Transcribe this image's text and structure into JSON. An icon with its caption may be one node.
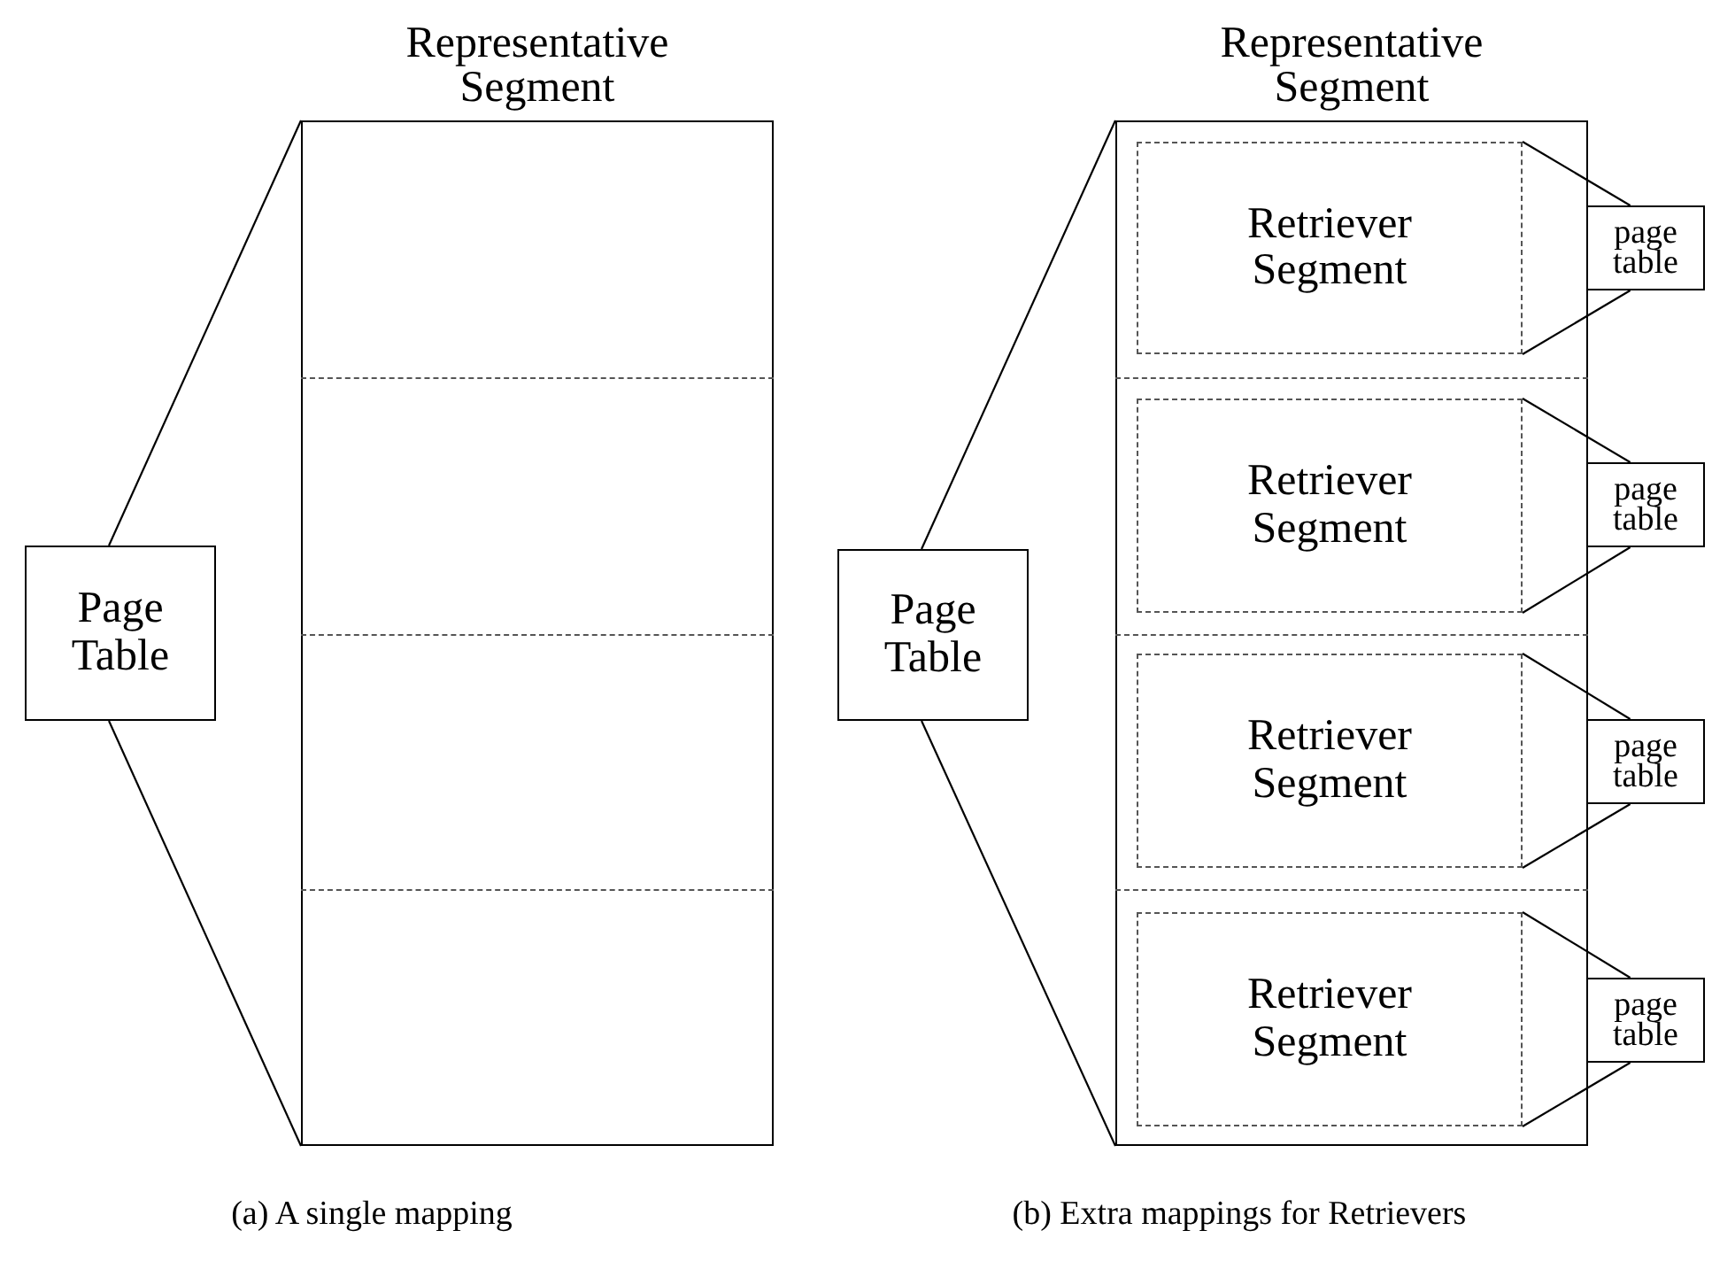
{
  "diagram": {
    "nodes": [
      {
        "text": [
          "Page Table"
        ]
      },
      {
        "text": [
          "Representative Segment"
        ]
      },
      {
        "text": [
          "Page Table"
        ]
      },
      {
        "text": [
          "Representative Segment"
        ]
      },
      {
        "text": [
          "Retriever Segment"
        ],
        "in": 3
      },
      {
        "text": [
          "Retriever Segment"
        ],
        "in": 3
      },
      {
        "text": [
          "Retriever Segment"
        ],
        "in": 3
      },
      {
        "text": [
          "Retriever Segment"
        ],
        "in": 3
      },
      {
        "text": [
          "page table"
        ]
      },
      {
        "text": [
          "page table"
        ]
      },
      {
        "text": [
          "page table"
        ]
      },
      {
        "text": [
          "page table"
        ]
      }
    ],
    "edges": [
      {
        "from": 0,
        "to": 1,
        "arrow": "none"
      },
      {
        "from": 0,
        "to": 1,
        "arrow": "none"
      },
      {
        "from": 2,
        "to": 3,
        "arrow": "none"
      },
      {
        "from": 2,
        "to": 3,
        "arrow": "none"
      },
      {
        "from": 8,
        "to": 4,
        "arrow": "none"
      },
      {
        "from": 8,
        "to": 4,
        "arrow": "none"
      },
      {
        "from": 9,
        "to": 5,
        "arrow": "none"
      },
      {
        "from": 9,
        "to": 5,
        "arrow": "none"
      },
      {
        "from": 10,
        "to": 6,
        "arrow": "none"
      },
      {
        "from": 10,
        "to": 6,
        "arrow": "none"
      },
      {
        "from": 11,
        "to": 7,
        "arrow": "none"
      },
      {
        "from": 11,
        "to": 7,
        "arrow": "none"
      }
    ],
    "labels": [
      "(a) A single mapping",
      "(b) Extra mappings for Retrievers"
    ]
  }
}
